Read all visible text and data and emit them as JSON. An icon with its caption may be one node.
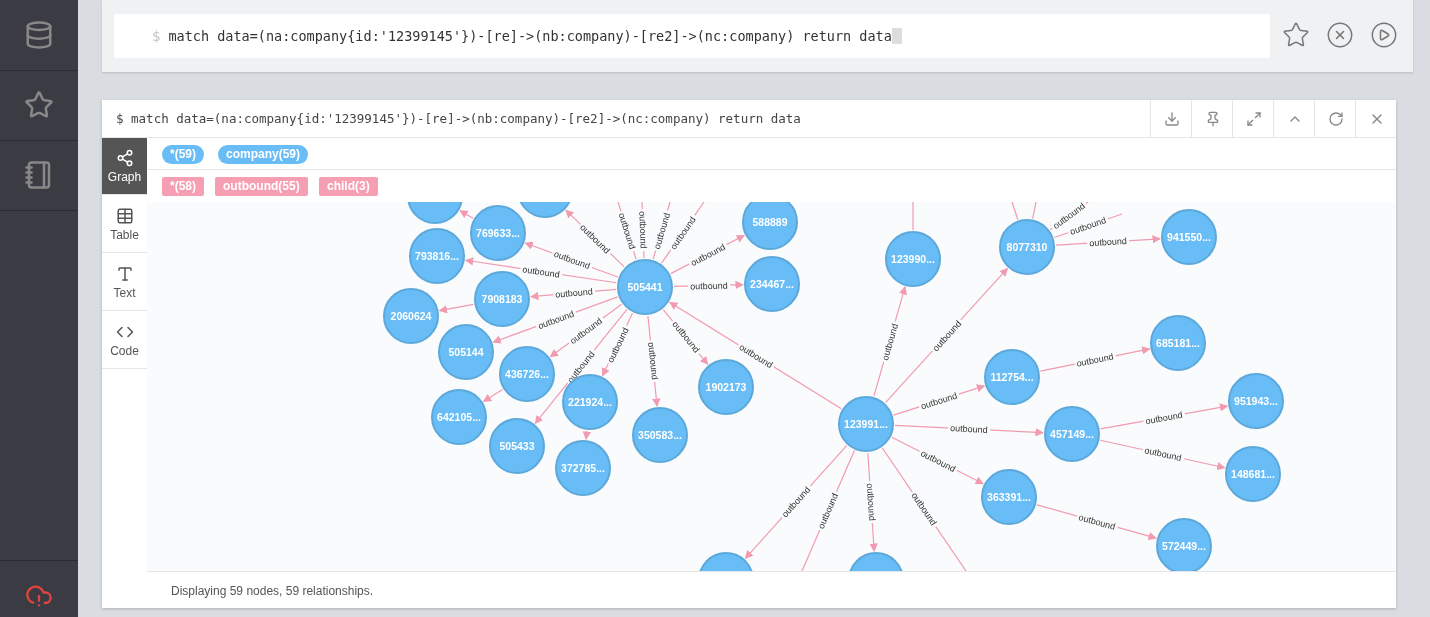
{
  "diagram": {
    "nodes": [
      {
        "text": [
          "505441"
        ]
      },
      {
        "text": [
          "123991..."
        ]
      },
      {
        "text": [
          "8077310"
        ]
      },
      {
        "text": [
          "123990..."
        ]
      },
      {
        "text": [
          "588889"
        ]
      },
      {
        "text": [
          "234467..."
        ]
      },
      {
        "text": [
          "1902173"
        ]
      },
      {
        "text": [
          "350583..."
        ]
      },
      {
        "text": [
          "372785..."
        ]
      },
      {
        "text": [
          "221924..."
        ]
      },
      {
        "text": [
          "505433"
        ]
      },
      {
        "text": [
          "642105..."
        ]
      },
      {
        "text": [
          "436726..."
        ]
      },
      {
        "text": [
          "505144"
        ]
      },
      {
        "text": [
          "2060624"
        ]
      },
      {
        "text": [
          "7908183"
        ]
      },
      {
        "text": [
          "793816..."
        ]
      },
      {
        "text": [
          "769633..."
        ]
      },
      {
        "text": [],
        "shape": "circle"
      },
      {
        "text": [],
        "shape": "circle"
      },
      {
        "text": [
          "941550..."
        ]
      },
      {
        "text": [
          "685181..."
        ]
      },
      {
        "text": [
          "112754..."
        ]
      },
      {
        "text": [
          "457149..."
        ]
      },
      {
        "text": [
          "951943..."
        ]
      },
      {
        "text": [
          "148681..."
        ]
      },
      {
        "text": [
          "363391..."
        ]
      },
      {
        "text": [
          "572449..."
        ]
      },
      {
        "text": [],
        "shape": "circle"
      },
      {
        "text": [],
        "shape": "circle"
      }
    ],
    "edges": [
      {
        "from": 1,
        "to": 0,
        "arrow": "to",
        "label": "outbound"
      },
      {
        "from": 1,
        "to": 3,
        "arrow": "to",
        "label": "outbound"
      },
      {
        "from": 1,
        "to": 2,
        "arrow": "to",
        "label": "outbound"
      },
      {
        "from": 1,
        "to": 22,
        "arrow": "to",
        "label": "outbound"
      },
      {
        "from": 1,
        "to": 23,
        "arrow": "to",
        "label": "outbound"
      },
      {
        "from": 1,
        "to": 26,
        "arrow": "to",
        "label": "outbound"
      },
      {
        "from": 1,
        "to": 28,
        "arrow": "to",
        "label": "outbound"
      },
      {
        "from": 1,
        "to": 29,
        "arrow": "to",
        "label": "outbound"
      },
      {
        "from": 1,
        "to": null,
        "arrow": "none",
        "label": "outbound"
      },
      {
        "from": 1,
        "to": null,
        "arrow": "none",
        "label": "outbound"
      },
      {
        "from": 0,
        "to": 4,
        "arrow": "to",
        "label": "outbound"
      },
      {
        "from": 0,
        "to": 5,
        "arrow": "to",
        "label": "outbound"
      },
      {
        "from": 0,
        "to": 6,
        "arrow": "to",
        "label": "outbound"
      },
      {
        "from": 0,
        "to": 7,
        "arrow": "to",
        "label": "outbound"
      },
      {
        "from": 0,
        "to": 9,
        "arrow": "to",
        "label": "outbound"
      },
      {
        "from": 0,
        "to": 10,
        "arrow": "to",
        "label": "outbound"
      },
      {
        "from": 0,
        "to": 12,
        "arrow": "to",
        "label": "outbound"
      },
      {
        "from": 0,
        "to": 13,
        "arrow": "to",
        "label": "outbound"
      },
      {
        "from": 0,
        "to": 15,
        "arrow": "to",
        "label": "outbound"
      },
      {
        "from": 0,
        "to": 16,
        "arrow": "to",
        "label": "outbound"
      },
      {
        "from": 0,
        "to": 17,
        "arrow": "to",
        "label": "outbound"
      },
      {
        "from": 0,
        "to": 19,
        "arrow": "to",
        "label": "outbound"
      },
      {
        "from": 0,
        "to": null,
        "arrow": "none",
        "label": "outbound"
      },
      {
        "from": 0,
        "to": null,
        "arrow": "none",
        "label": "outbound"
      },
      {
        "from": 0,
        "to": null,
        "arrow": "none",
        "label": "outbound"
      },
      {
        "from": 0,
        "to": null,
        "arrow": "none",
        "label": "outbound"
      },
      {
        "from": 15,
        "to": 14,
        "arrow": "to"
      },
      {
        "from": 12,
        "to": 11,
        "arrow": "to"
      },
      {
        "from": 9,
        "to": 8,
        "arrow": "to"
      },
      {
        "from": 17,
        "to": 18,
        "arrow": "to"
      },
      {
        "from": 2,
        "to": 20,
        "arrow": "to",
        "label": "outbound"
      },
      {
        "from": 22,
        "to": 21,
        "arrow": "to",
        "label": "outbound"
      },
      {
        "from": 23,
        "to": 24,
        "arrow": "to",
        "label": "outbound"
      },
      {
        "from": 23,
        "to": 25,
        "arrow": "to",
        "label": "outbound"
      },
      {
        "from": 26,
        "to": 27,
        "arrow": "to",
        "label": "outbound"
      },
      {
        "from": 3,
        "to": null,
        "arrow": "none"
      },
      {
        "from": 2,
        "to": null,
        "arrow": "none"
      },
      {
        "from": 2,
        "to": null,
        "arrow": "none"
      },
      {
        "from": 2,
        "to": null,
        "arrow": "none",
        "label": "outbound"
      },
      {
        "from": 2,
        "to": null,
        "arrow": "none",
        "label": "outbound"
      }
    ],
    "labels": [
      "$",
      "match data=(na:company{id:'12399145'})-[re]->(nb:company)-[re2]->(nc:company) return data",
      "$ match data=(na:company{id:'12399145'})-[re]->(nb:company)-[re2]->(nc:company) return data",
      "Graph",
      "Table",
      "Text",
      "Code",
      "*(59)",
      "company(59)",
      "*(58)",
      "outbound(55)",
      "child(3)",
      "Displaying 59 nodes, 59 relationships."
    ]
  }
}
